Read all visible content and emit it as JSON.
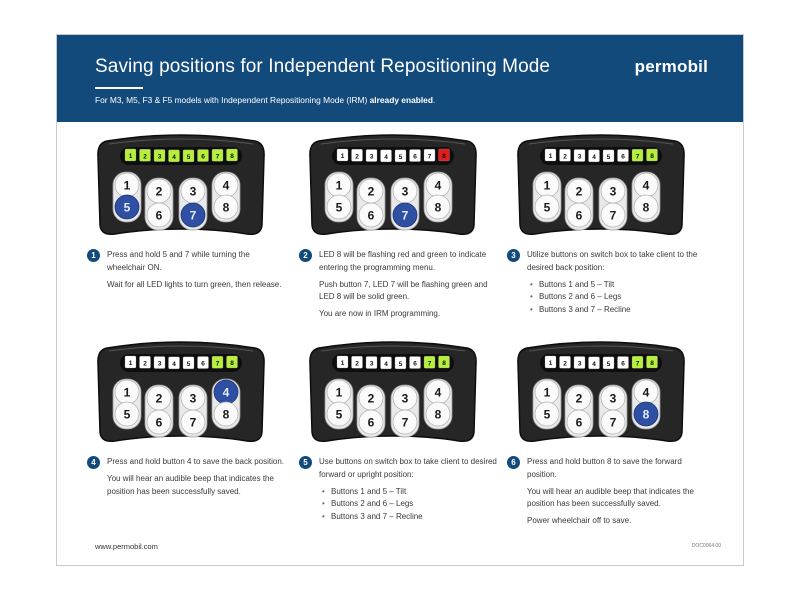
{
  "header": {
    "title": "Saving positions for Independent Repositioning Mode",
    "subtitle_pre": "For M3, M5, F3 & F5 models with Independent Repositioning Mode (IRM) ",
    "subtitle_bold": "already enabled",
    "subtitle_post": ".",
    "brand": "permobil"
  },
  "colors": {
    "brand_blue": "#134a7c",
    "led_green": "#b6f03c",
    "led_red": "#e21b1b",
    "led_white": "#ffffff",
    "pressed_blue": "#2f4fa3"
  },
  "led_labels": [
    "1",
    "2",
    "3",
    "4",
    "5",
    "6",
    "7",
    "8"
  ],
  "buttons": {
    "top": [
      "1",
      "2",
      "3",
      "4"
    ],
    "bottom": [
      "5",
      "6",
      "7",
      "8"
    ]
  },
  "panels": [
    {
      "leds": [
        "green",
        "green",
        "green",
        "green",
        "green",
        "green",
        "green",
        "green"
      ],
      "pressed": [
        "5",
        "7"
      ],
      "step": {
        "number": "1",
        "paragraphs": [
          "Press and hold 5 and 7 while turning the wheelchair ON.",
          "Wait for all LED lights to turn green, then release."
        ],
        "bullets": []
      }
    },
    {
      "leds": [
        "white",
        "white",
        "white",
        "white",
        "white",
        "white",
        "white",
        "red"
      ],
      "pressed": [
        "7"
      ],
      "step": {
        "number": "2",
        "paragraphs": [
          "LED 8 will be flashing red and green to indicate entering the programming menu.",
          "Push button 7, LED 7 will be flashing green and LED 8 will be solid green.",
          "You are now in IRM programming."
        ],
        "bullets": []
      }
    },
    {
      "leds": [
        "white",
        "white",
        "white",
        "white",
        "white",
        "white",
        "green",
        "green"
      ],
      "pressed": [],
      "step": {
        "number": "3",
        "paragraphs": [
          "Utilize buttons on switch box to take client to the desired back position:"
        ],
        "bullets": [
          "Buttons 1 and 5 – Tilt",
          "Buttons 2 and 6 – Legs",
          "Buttons 3 and 7 – Recline"
        ]
      }
    },
    {
      "leds": [
        "white",
        "white",
        "white",
        "white",
        "white",
        "white",
        "green",
        "green"
      ],
      "pressed": [
        "4"
      ],
      "step": {
        "number": "4",
        "paragraphs": [
          "Press and hold button 4 to save the back position.",
          "You will hear an audible beep that indicates the position has been successfully saved."
        ],
        "bullets": []
      }
    },
    {
      "leds": [
        "white",
        "white",
        "white",
        "white",
        "white",
        "white",
        "green",
        "green"
      ],
      "pressed": [],
      "step": {
        "number": "5",
        "paragraphs": [
          "Use buttons on switch box to take client to desired forward or upright position:"
        ],
        "bullets": [
          "Buttons 1 and 5 – Tilt",
          "Buttons 2 and 6 – Legs",
          "Buttons 3 and 7 – Recline"
        ]
      }
    },
    {
      "leds": [
        "white",
        "white",
        "white",
        "white",
        "white",
        "white",
        "green",
        "green"
      ],
      "pressed": [
        "8"
      ],
      "step": {
        "number": "6",
        "paragraphs": [
          "Press and hold button 8 to save the forward position.",
          "You will hear an audible beep that indicates the position has been successfully saved.",
          "Power wheelchair off to save."
        ],
        "bullets": []
      }
    }
  ],
  "footer": {
    "url": "www.permobil.com",
    "doc": "DOC0064.00"
  }
}
